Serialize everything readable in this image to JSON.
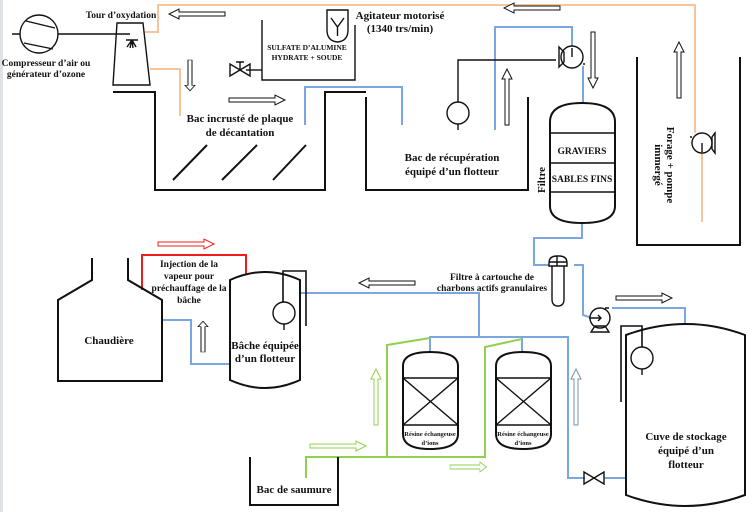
{
  "colors": {
    "water_blue": "#7aa7e0",
    "raw_orange": "#f8c49a",
    "steam_red": "#ee1c1c",
    "brine_green": "#8fd14f",
    "outline": "#111111"
  },
  "labels": {
    "compressor": [
      "Compresseur d’air ou",
      "générateur d’ozone"
    ],
    "oxidation_tower": "Tour d’oxydation",
    "agitator": [
      "Agitateur motorisé",
      "(1340 trs/min)"
    ],
    "reagent_tank": [
      "SULFATE D’ALUMINE",
      "HYDRATE + SOUDE"
    ],
    "settling_tank": [
      "Bac incrusté de plaque",
      "de décantation"
    ],
    "recovery_tank": [
      "Bac de récupération",
      "équipé d’un flotteur"
    ],
    "filter": "Filtre",
    "filter_layers": [
      "GRAVIERS",
      "SABLES FINS"
    ],
    "borehole": [
      "Forage + pompe",
      "immergé"
    ],
    "steam_injection": [
      "Injection de la",
      "vapeur pour",
      "préchauffage de la",
      "bâche"
    ],
    "boiler": "Chaudière",
    "feed_tank": [
      "Bâche équipée",
      "d’un flotteur"
    ],
    "carbon_filter": [
      "Filtre à cartouche de",
      "charbons actifs granulaires"
    ],
    "resin_1": [
      "Résine échangeuse",
      "d’ions"
    ],
    "resin_2": [
      "Résine échangeuse",
      "d’ions"
    ],
    "brine_tank": "Bac de saumure",
    "storage_tank": [
      "Cuve de stockage",
      "équipé d’un",
      "flotteur"
    ]
  }
}
